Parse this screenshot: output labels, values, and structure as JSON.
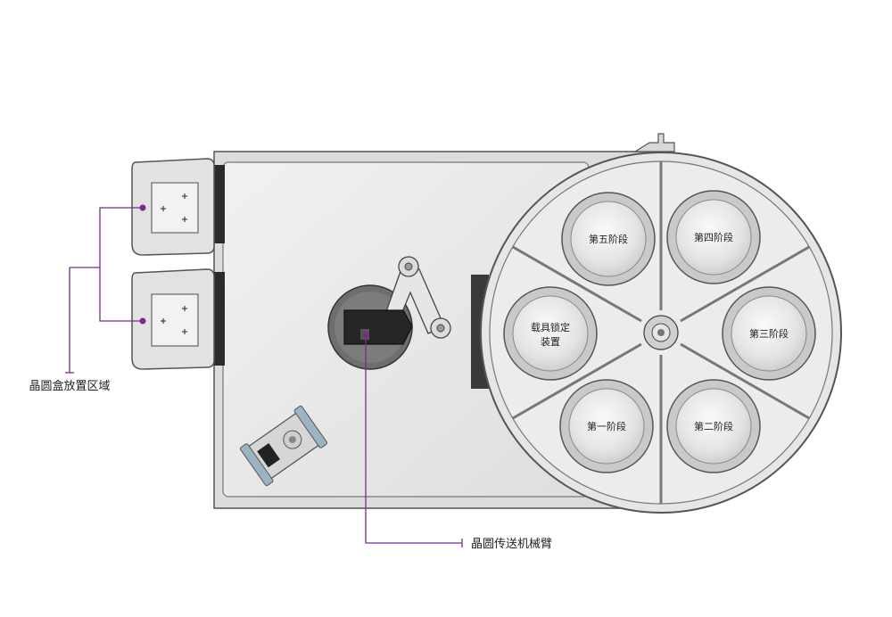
{
  "labels": {
    "cassette_area": "晶圆盒放置区域",
    "robot_arm": "晶圆传送机械臂"
  },
  "stations": {
    "stage5": "第五阶段",
    "stage4": "第四阶段",
    "load_lock_line1": "载具锁定",
    "load_lock_line2": "装置",
    "stage3": "第三阶段",
    "stage1": "第一阶段",
    "stage2": "第二阶段"
  },
  "colors": {
    "callout_line": "#7a2a8a",
    "body_fill": "#e9e9e9",
    "outline": "#555555",
    "dark_part": "#2b2b2b"
  }
}
